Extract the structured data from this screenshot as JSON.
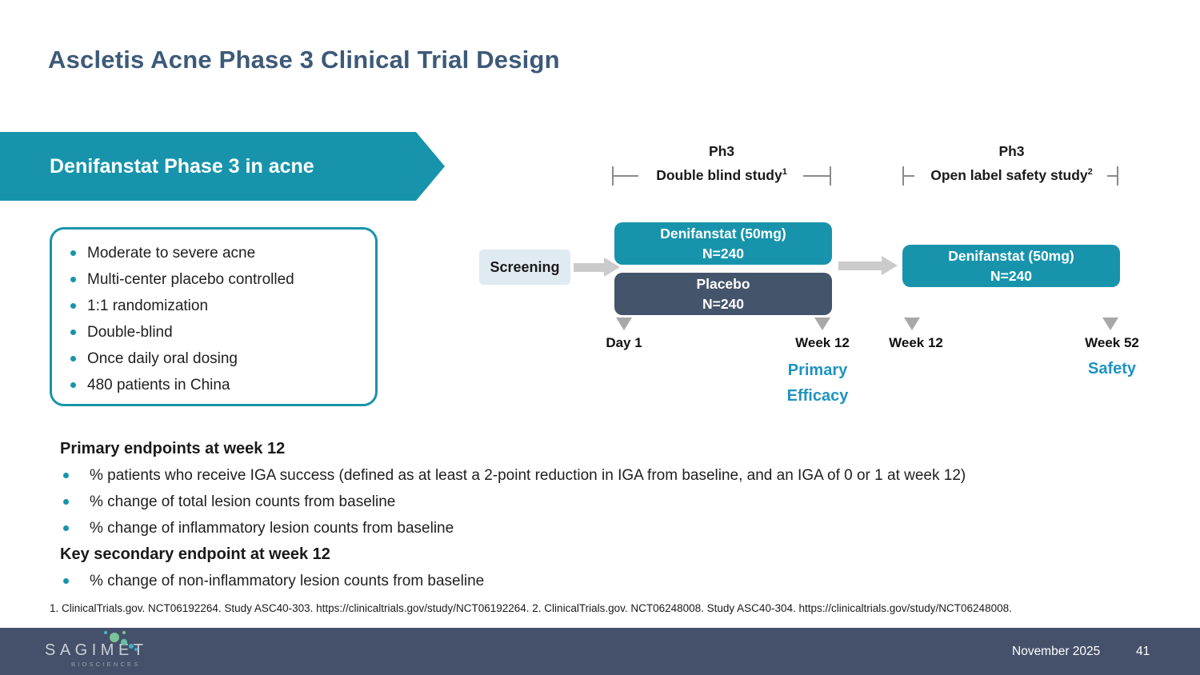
{
  "slide": {
    "title": "Ascletis Acne Phase 3 Clinical Trial Design",
    "banner": "Denifanstat Phase 3 in acne",
    "design_bullets": [
      "Moderate to severe acne",
      "Multi-center placebo controlled",
      "1:1 randomization",
      "Double-blind",
      "Once daily oral dosing",
      "480 patients in China"
    ],
    "diagram": {
      "phase_db": {
        "line1": "Ph3",
        "line2": "Double blind study",
        "sup": "1"
      },
      "phase_ol": {
        "line1": "Ph3",
        "line2": "Open label safety study",
        "sup": "2"
      },
      "screening_label": "Screening",
      "arm_denifanstat_db": {
        "line1": "Denifanstat (50mg)",
        "line2": "N=240"
      },
      "arm_placebo": {
        "line1": "Placebo",
        "line2": "N=240"
      },
      "arm_denifanstat_ol": {
        "line1": "Denifanstat (50mg)",
        "line2": "N=240"
      },
      "milestones": {
        "day1": "Day 1",
        "week12_db": "Week 12",
        "week12_ol": "Week 12",
        "week52": "Week 52"
      },
      "primary_efficacy": {
        "line1": "Primary",
        "line2": "Efficacy"
      },
      "safety_label": "Safety"
    },
    "endpoints": {
      "primary_heading": "Primary endpoints at week 12",
      "primary_items": [
        "% patients who receive IGA success (defined as at least a 2-point reduction in IGA from baseline, and an IGA of 0 or 1 at week 12)",
        "% change of total lesion counts from baseline",
        "% change of inflammatory lesion counts from baseline"
      ],
      "secondary_heading": "Key secondary endpoint at week 12",
      "secondary_items": [
        "% change of non-inflammatory lesion counts from baseline"
      ]
    },
    "footnote": "1. ClinicalTrials.gov. NCT06192264. Study ASC40-303. https://clinicaltrials.gov/study/NCT06192264. 2. ClinicalTrials.gov. NCT06248008. Study ASC40-304. https://clinicaltrials.gov/study/NCT06248008.",
    "footer": {
      "logo": "SAGIMET",
      "logo_sub": "BIOSCIENCES",
      "date": "November 2025",
      "page_number": "41"
    }
  },
  "colors": {
    "teal": "#1794AC",
    "dark_slate": "#44546A",
    "accent_blue": "#1E93C0",
    "title_blue": "#3D5A78",
    "screening_bg": "#E0EBF1",
    "footer_bg": "#45516A",
    "marker_gray": "#A8A8A8",
    "arrow_gray": "#CBCBCB"
  }
}
